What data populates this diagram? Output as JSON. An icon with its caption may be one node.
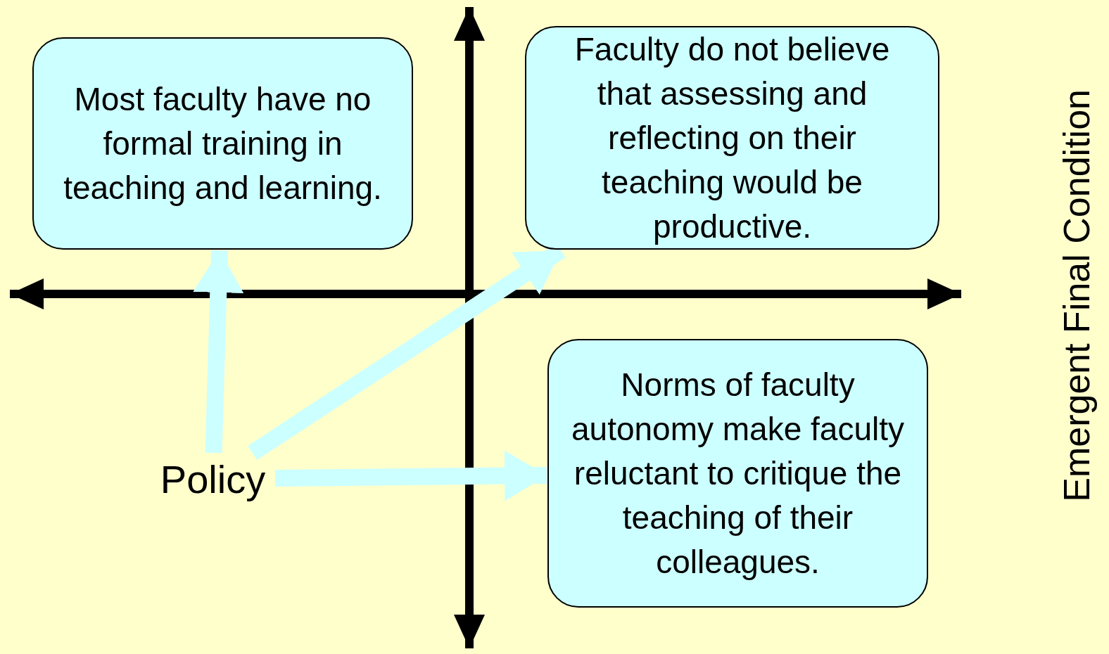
{
  "diagram": {
    "nodes": [
      {
        "text": [
          "Most faculty have no formal training in teaching and learning."
        ]
      },
      {
        "text": [
          "Faculty do not believe that assessing and reflecting on their teaching would be productive."
        ]
      },
      {
        "text": [
          "Norms of faculty autonomy make faculty reluctant to critique the teaching of their colleagues."
        ]
      },
      {
        "text": [
          "Policy"
        ]
      }
    ],
    "edges": [
      {
        "from": 3,
        "to": 0,
        "arrow": "to"
      },
      {
        "from": 3,
        "to": 1,
        "arrow": "to"
      },
      {
        "from": 3,
        "to": 2,
        "arrow": "to"
      }
    ],
    "labels": [
      "Emergent Final Condition"
    ]
  }
}
